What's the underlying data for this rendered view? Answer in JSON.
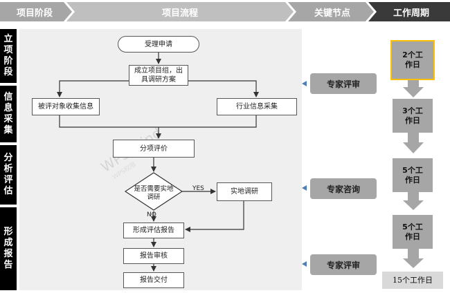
{
  "header": {
    "col_phase": "项目阶段",
    "col_flow": "项目流程",
    "col_key": "关键节点",
    "col_period": "工作周期"
  },
  "phases": [
    "立项阶段",
    "信息采集",
    "分析评估",
    "形成报告"
  ],
  "flow": {
    "start": "受理申请",
    "team": "成立项目组，出具调研方案",
    "collect_target": "被评对象收集信息",
    "collect_industry": "行业信息采集",
    "evaluate": "分项评价",
    "decision": "是否需要实地调研",
    "yes_label": "YES",
    "no_label": "NO",
    "site_survey": "实地调研",
    "report": "形成评估报告",
    "review": "报告审核",
    "deliver": "报告交付"
  },
  "key_nodes": [
    "专家评审",
    "专家咨询",
    "专家评审"
  ],
  "periods": [
    "2个工作日",
    "3个工作日",
    "5个工作日",
    "5个工作日"
  ],
  "total_period": "15个工作日",
  "watermark": {
    "line1": "WPS Mind",
    "line2": "WPS权限"
  },
  "colors": {
    "header_dark": "#3a3a3a",
    "header_gray": "#a6a6a6",
    "header_light": "#bfbfbf",
    "phase_bg": "#000000",
    "flow_bg": "#efefef",
    "key_bg": "#a6a6a6",
    "key_arrow": "#4f7fb3",
    "period_box": "#a6a6a6",
    "period_highlight": "#ffc000",
    "total_box": "#d9d9d9"
  }
}
